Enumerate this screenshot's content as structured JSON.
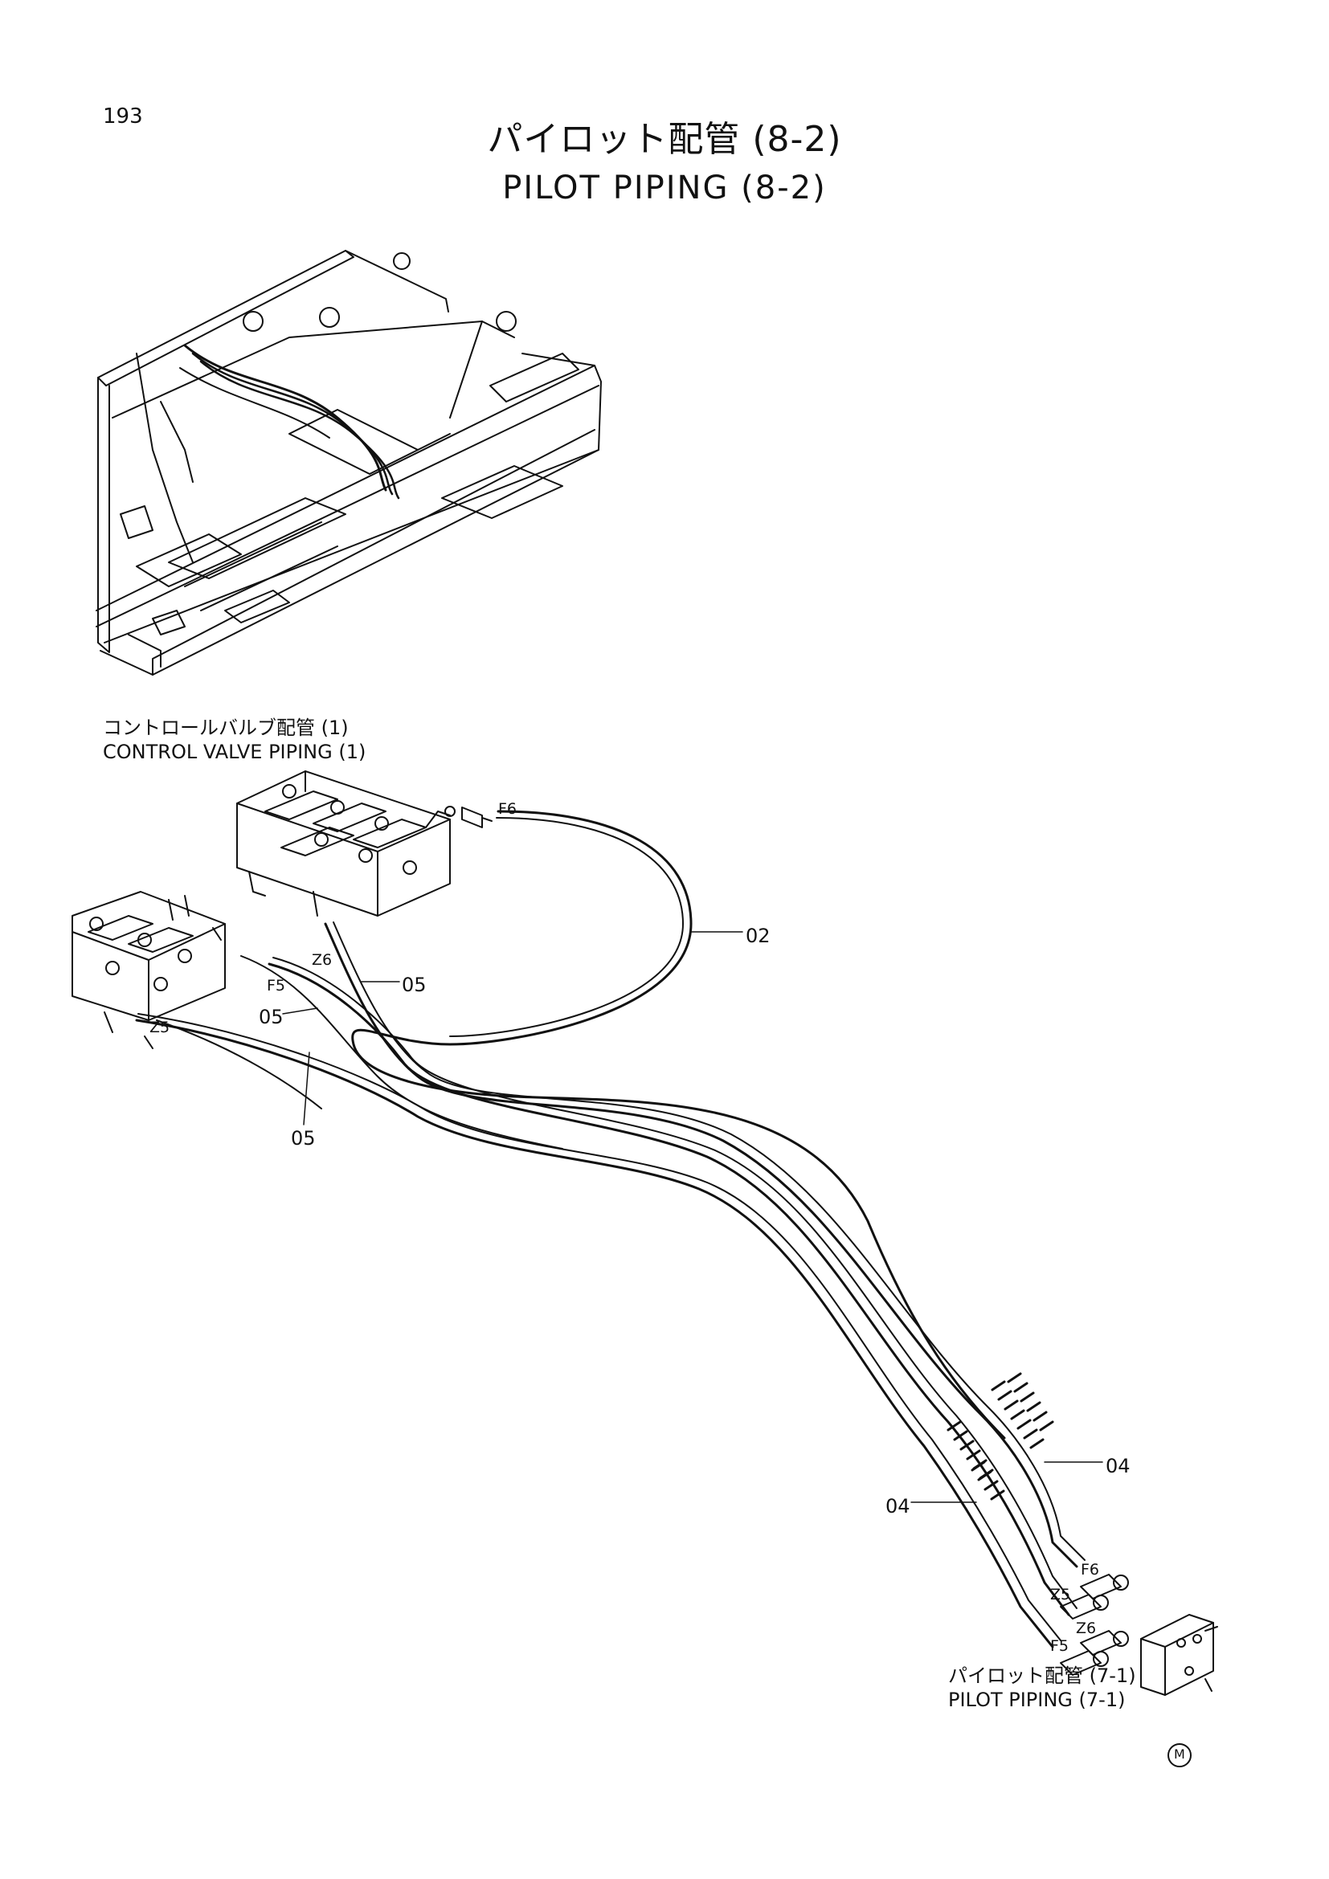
{
  "page_number": "193",
  "title_jp": "パイロット配管 (8-2)",
  "title_en": "PILOT PIPING (8-2)",
  "reference_control_valve": {
    "jp": "コントロールバルブ配管 (1)",
    "en": "CONTROL VALVE PIPING (1)"
  },
  "reference_pilot_piping": {
    "jp": "パイロット配管 (7-1)",
    "en": "PILOT PIPING (7-1)"
  },
  "part_callouts": {
    "hose_02": "02",
    "hose_05_a": "05",
    "hose_05_b": "05",
    "hose_05_c": "05",
    "hose_04_a": "04",
    "hose_04_b": "04"
  },
  "port_labels": {
    "f6_top": "F6",
    "z6_top": "Z6",
    "f5_top": "F5",
    "z5_top": "Z5",
    "f6_bottom": "F6",
    "z5_bottom": "Z5",
    "z6_bottom": "Z6",
    "f5_bottom": "F5"
  },
  "mark": "M"
}
